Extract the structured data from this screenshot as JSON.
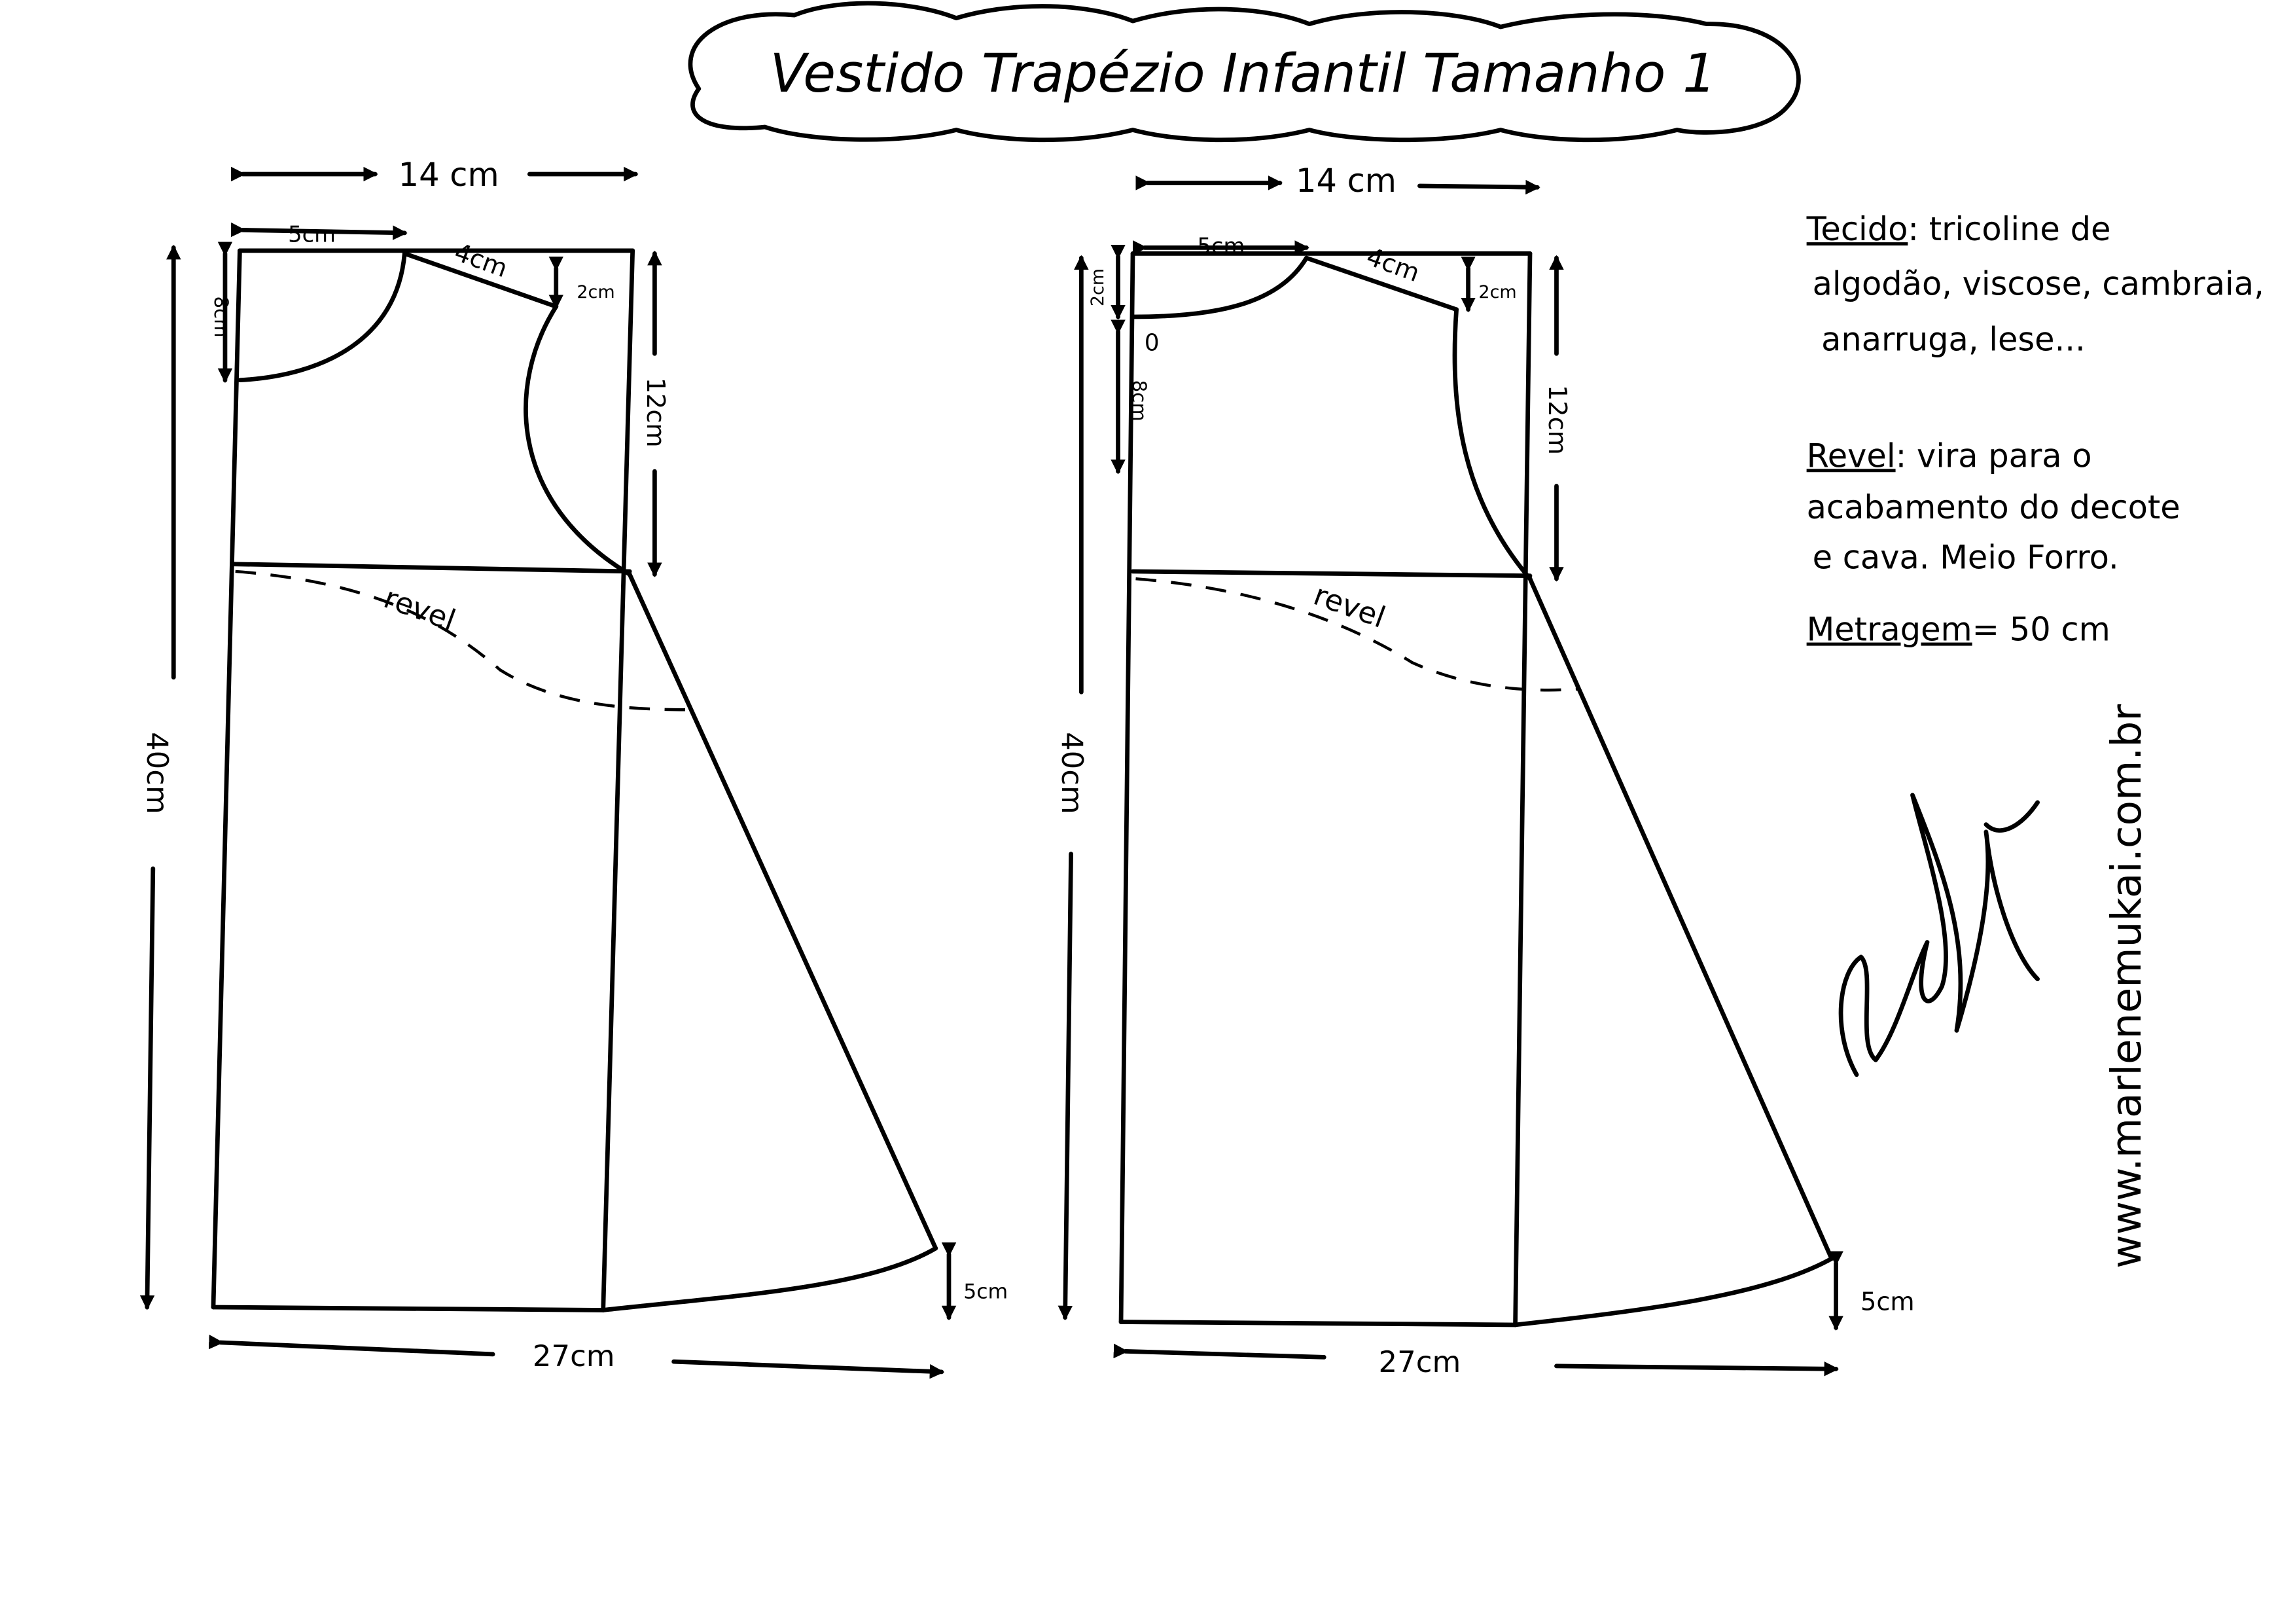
{
  "title": "Vestido Trapézio Infantil Tamanho 1",
  "patterns": [
    {
      "width_top": "14 cm",
      "neck_width": "5cm",
      "shoulder": "4cm",
      "shoulder_drop": "2cm",
      "neck_depth": "8cm",
      "armhole_depth": "12cm",
      "length": "40cm",
      "hem_width": "27cm",
      "hem_rise": "5cm",
      "facing": "revel"
    },
    {
      "width_top": "14 cm",
      "neck_width": "5cm",
      "shoulder": "4cm",
      "shoulder_drop": "2cm",
      "back_neck_drop": "2cm",
      "neck_depth": "8cm",
      "armhole_depth": "12cm",
      "length": "40cm",
      "hem_width": "27cm",
      "hem_rise": "5cm",
      "facing": "revel",
      "point_label": "0"
    }
  ],
  "notes": {
    "tecido_label": "Tecido",
    "tecido_line1": ": tricoline de",
    "tecido_line2": "algodão, viscose, cambraia,",
    "tecido_line3": "anarruga, lese...",
    "revel_label": "Revel",
    "revel_line1": ": vira para o",
    "revel_line2": "acabamento do decote",
    "revel_line3": "e cava. Meio Forro.",
    "metragem_label": "Metragem",
    "metragem_value": "= 50 cm"
  },
  "website": "www.marlenemukai.com.br",
  "signature": "Marlene Mukai"
}
